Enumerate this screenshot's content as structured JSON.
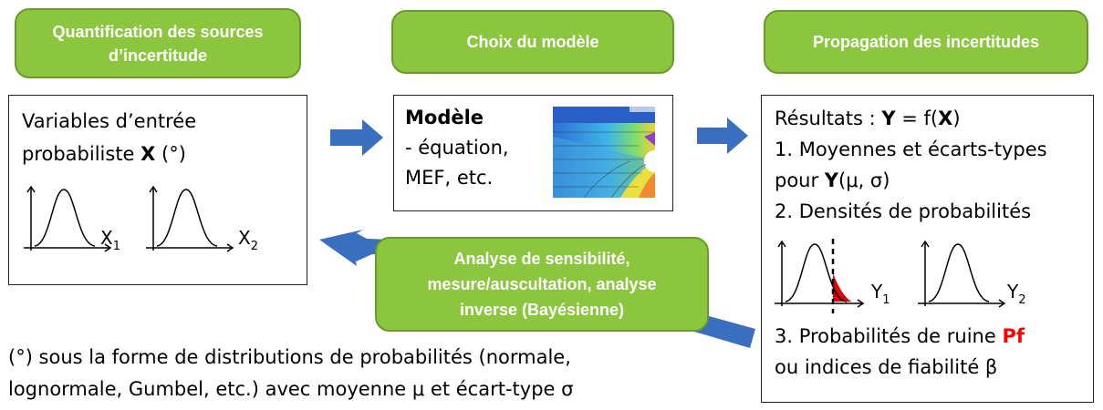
{
  "stages": {
    "quantification": {
      "line1": "Quantification des sources",
      "line2": "d’incertitude"
    },
    "modele": {
      "label": "Choix du modèle"
    },
    "propagation": {
      "label": "Propagation des incertitudes"
    }
  },
  "input_box": {
    "line1": "Variables d’entrée",
    "line2_text": "probabiliste ",
    "line2_bold": "X",
    "line2_suffix": " (°)",
    "curve_labels": [
      {
        "main": "X",
        "sub": "1"
      },
      {
        "main": "X",
        "sub": "2"
      }
    ]
  },
  "model_box": {
    "title": "Modèle",
    "line1": "- équation,",
    "line2": "MEF, etc."
  },
  "results_box": {
    "l1_prefix": "Résultats : ",
    "l1_bold1": "Y",
    "l1_mid": " = f(",
    "l1_bold2": "X",
    "l1_end": ")",
    "l2": "1. Moyennes et écarts-types",
    "l3_prefix": "pour ",
    "l3_bold": "Y",
    "l3_end": "(μ, σ)",
    "l4": "2. Densités de probabilités",
    "curve_labels": [
      {
        "main": "Y",
        "sub": "1"
      },
      {
        "main": "Y",
        "sub": "2"
      }
    ],
    "l5_prefix": "3. Probabilités de ruine ",
    "l5_red": "Pf",
    "l6": "ou indices de fiabilité β"
  },
  "feedback": {
    "line1": "Analyse de sensibilité,",
    "line2": "mesure/auscultation, analyse",
    "line3": "inverse (Bayésienne)"
  },
  "footnote": {
    "line1": "(°) sous la forme de distributions de probabilités (normale,",
    "line2": "lognormale, Gumbel, etc.) avec moyenne μ et écart-type σ"
  },
  "colors": {
    "stage_fill": "#8cc63f",
    "stage_border": "#6a9a2a",
    "arrow": "#3a6fc0",
    "failure_area": "#e00000",
    "pf_text": "#ff0000"
  }
}
